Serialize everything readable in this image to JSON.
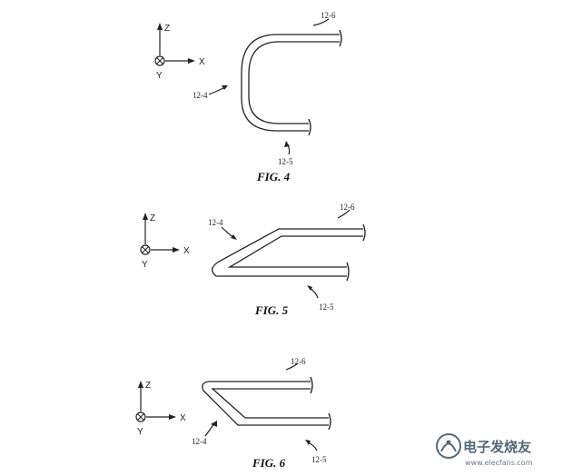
{
  "figures": [
    {
      "caption": "FIG. 4",
      "axes": {
        "z": "Z",
        "x": "X",
        "y": "Y"
      },
      "labels": {
        "left": "12-4",
        "top": "12-6",
        "bottom": "12-5"
      }
    },
    {
      "caption": "FIG. 5",
      "axes": {
        "z": "Z",
        "x": "X",
        "y": "Y"
      },
      "labels": {
        "left": "12-4",
        "top": "12-6",
        "bottom": "12-5"
      }
    },
    {
      "caption": "FIG. 6",
      "axes": {
        "z": "Z",
        "x": "X",
        "y": "Y"
      },
      "labels": {
        "left": "12-4",
        "top": "12-6",
        "bottom": "12-5"
      }
    }
  ],
  "watermark": {
    "brand": "电子发烧友",
    "url": "www.elecfans.com"
  }
}
